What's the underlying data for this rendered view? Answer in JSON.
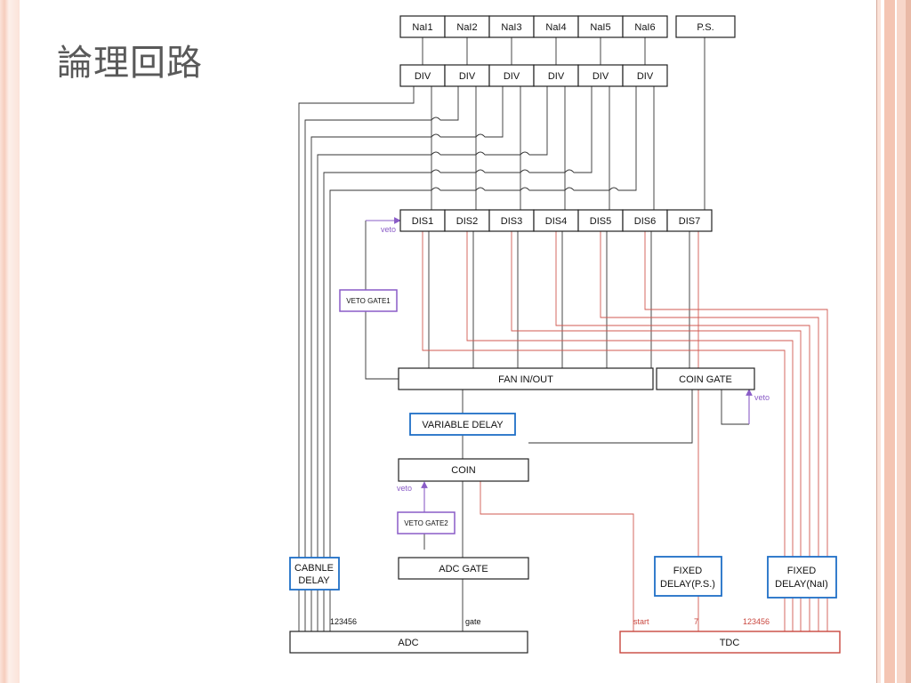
{
  "slide": {
    "title": "論理回路"
  },
  "diagram": {
    "detectors": [
      "NaI1",
      "NaI2",
      "NaI3",
      "NaI4",
      "NaI5",
      "NaI6"
    ],
    "ps": "P.S.",
    "dividers": [
      "DIV",
      "DIV",
      "DIV",
      "DIV",
      "DIV",
      "DIV"
    ],
    "discriminators": [
      "DIS1",
      "DIS2",
      "DIS3",
      "DIS4",
      "DIS5",
      "DIS6",
      "DIS7"
    ],
    "fan_in_out": "FAN IN/OUT",
    "coin_gate": "COIN GATE",
    "variable_delay": "VARIABLE DELAY",
    "coin": "COIN",
    "veto_gate1": "VETO GATE1",
    "veto_gate2": "VETO GATE2",
    "adc_gate": "ADC GATE",
    "cable_delay": [
      "CABNLE",
      "DELAY"
    ],
    "fixed_delay_ps": [
      "FIXED",
      "DELAY(P.S.)"
    ],
    "fixed_delay_nai": [
      "FIXED",
      "DELAY(NaI)"
    ],
    "adc": "ADC",
    "tdc": "TDC",
    "labels": {
      "veto": "veto",
      "adc_channels": "123456",
      "gate": "gate",
      "start": "start",
      "tdc_ps_channel": "7",
      "tdc_nai_channels": "123456"
    }
  },
  "colors": {
    "block_border": "#222222",
    "delay_border": "#1f6fc7",
    "veto_gate_border": "#8a5cc7",
    "tdc_border": "#c9473f",
    "red_signal_line": "#d05a52"
  }
}
